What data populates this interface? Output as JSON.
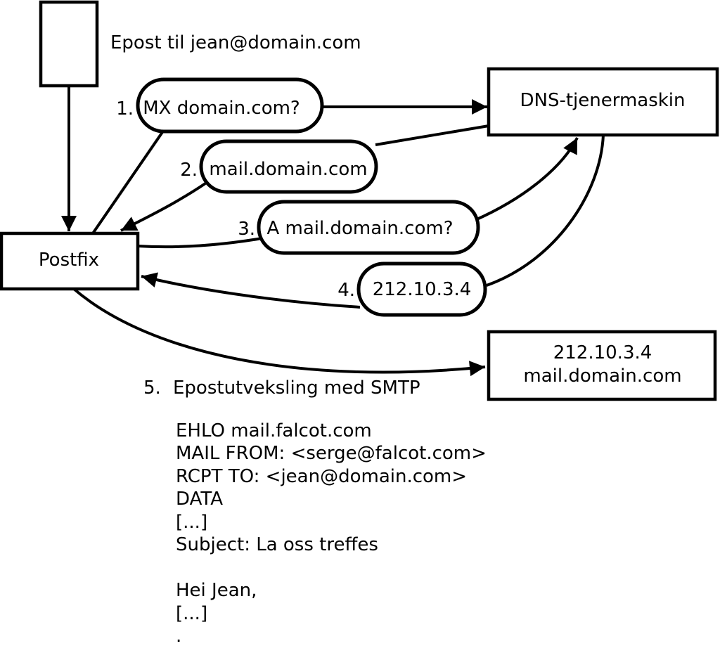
{
  "diagram": {
    "email_note": "Epost til jean@domain.com",
    "nodes": {
      "postfix": "Postfix",
      "dns_server": "DNS-tjenermaskin",
      "mail_server": {
        "ip": "212.10.3.4",
        "hostname": "mail.domain.com"
      }
    },
    "steps": [
      {
        "num": "1.",
        "label": "MX domain.com?"
      },
      {
        "num": "2.",
        "label": "mail.domain.com"
      },
      {
        "num": "3.",
        "label": "A mail.domain.com?"
      },
      {
        "num": "4.",
        "label": "212.10.3.4"
      },
      {
        "num": "5.",
        "label": "Epostutveksling med SMTP"
      }
    ],
    "smtp_session": {
      "lines": [
        "EHLO mail.falcot.com",
        "MAIL FROM: <serge@falcot.com>",
        "RCPT TO: <jean@domain.com>",
        "DATA",
        "[...]",
        "Subject: La oss treffes",
        "",
        "Hei Jean,",
        "[...]",
        "."
      ]
    },
    "colors": {
      "stroke": "#000000",
      "background": "#ffffff"
    }
  }
}
